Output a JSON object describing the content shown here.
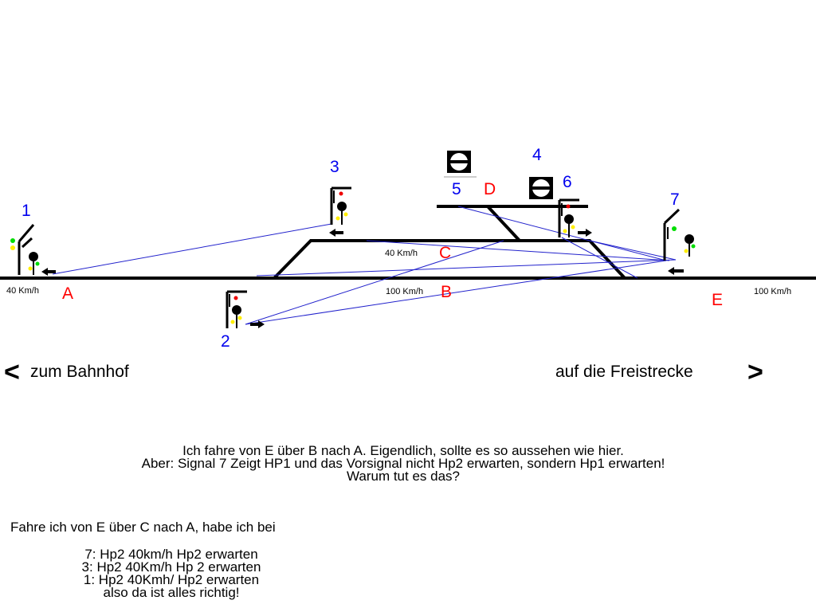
{
  "colors": {
    "track": "#000000",
    "route_line": "#2222cc",
    "signal_number": "#0000ee",
    "point_label": "#ff0000",
    "lamp_red": "#ee0000",
    "lamp_green": "#00dd00",
    "lamp_yellow": "#ffee00"
  },
  "signals": [
    {
      "number": "1",
      "type": "main-with-distant",
      "main_aspect": "Hp2",
      "distant_aspect": "Vr1/Vr2"
    },
    {
      "number": "2",
      "type": "main-with-distant",
      "main_aspect": "Hp0"
    },
    {
      "number": "3",
      "type": "main-with-distant",
      "main_aspect": "Hp0"
    },
    {
      "number": "4",
      "type": "shunting-signal"
    },
    {
      "number": "5",
      "type": "shunting-signal"
    },
    {
      "number": "6",
      "type": "main-with-distant",
      "main_aspect": "Hp0"
    },
    {
      "number": "7",
      "type": "main-with-distant",
      "main_aspect": "Hp1"
    }
  ],
  "points": [
    "A",
    "B",
    "C",
    "D",
    "E"
  ],
  "speeds": {
    "a": "40 Km/h",
    "b": "100 Km/h",
    "c": "40 Km/h",
    "e": "100 Km/h"
  },
  "nav": {
    "left_arrow": "<",
    "left_label": "zum Bahnhof",
    "right_label": "auf die Freistrecke",
    "right_arrow": ">"
  },
  "question": {
    "line1": "Ich fahre von E über B nach A. Eigendlich, sollte es so aussehen wie hier.",
    "line2": "Aber: Signal 7 Zeigt HP1 und das Vorsignal nicht Hp2 erwarten, sondern Hp1 erwarten!",
    "line3": "Warum tut es das?"
  },
  "note": {
    "intro": "Fahre ich von E über C nach A, habe ich bei",
    "lines": [
      "7: Hp2 40km/h Hp2 erwarten",
      "3: Hp2 40Km/h Hp 2 erwarten",
      "1: Hp2 40Kmh/ Hp2 erwarten",
      "also da ist alles richtig!"
    ]
  }
}
